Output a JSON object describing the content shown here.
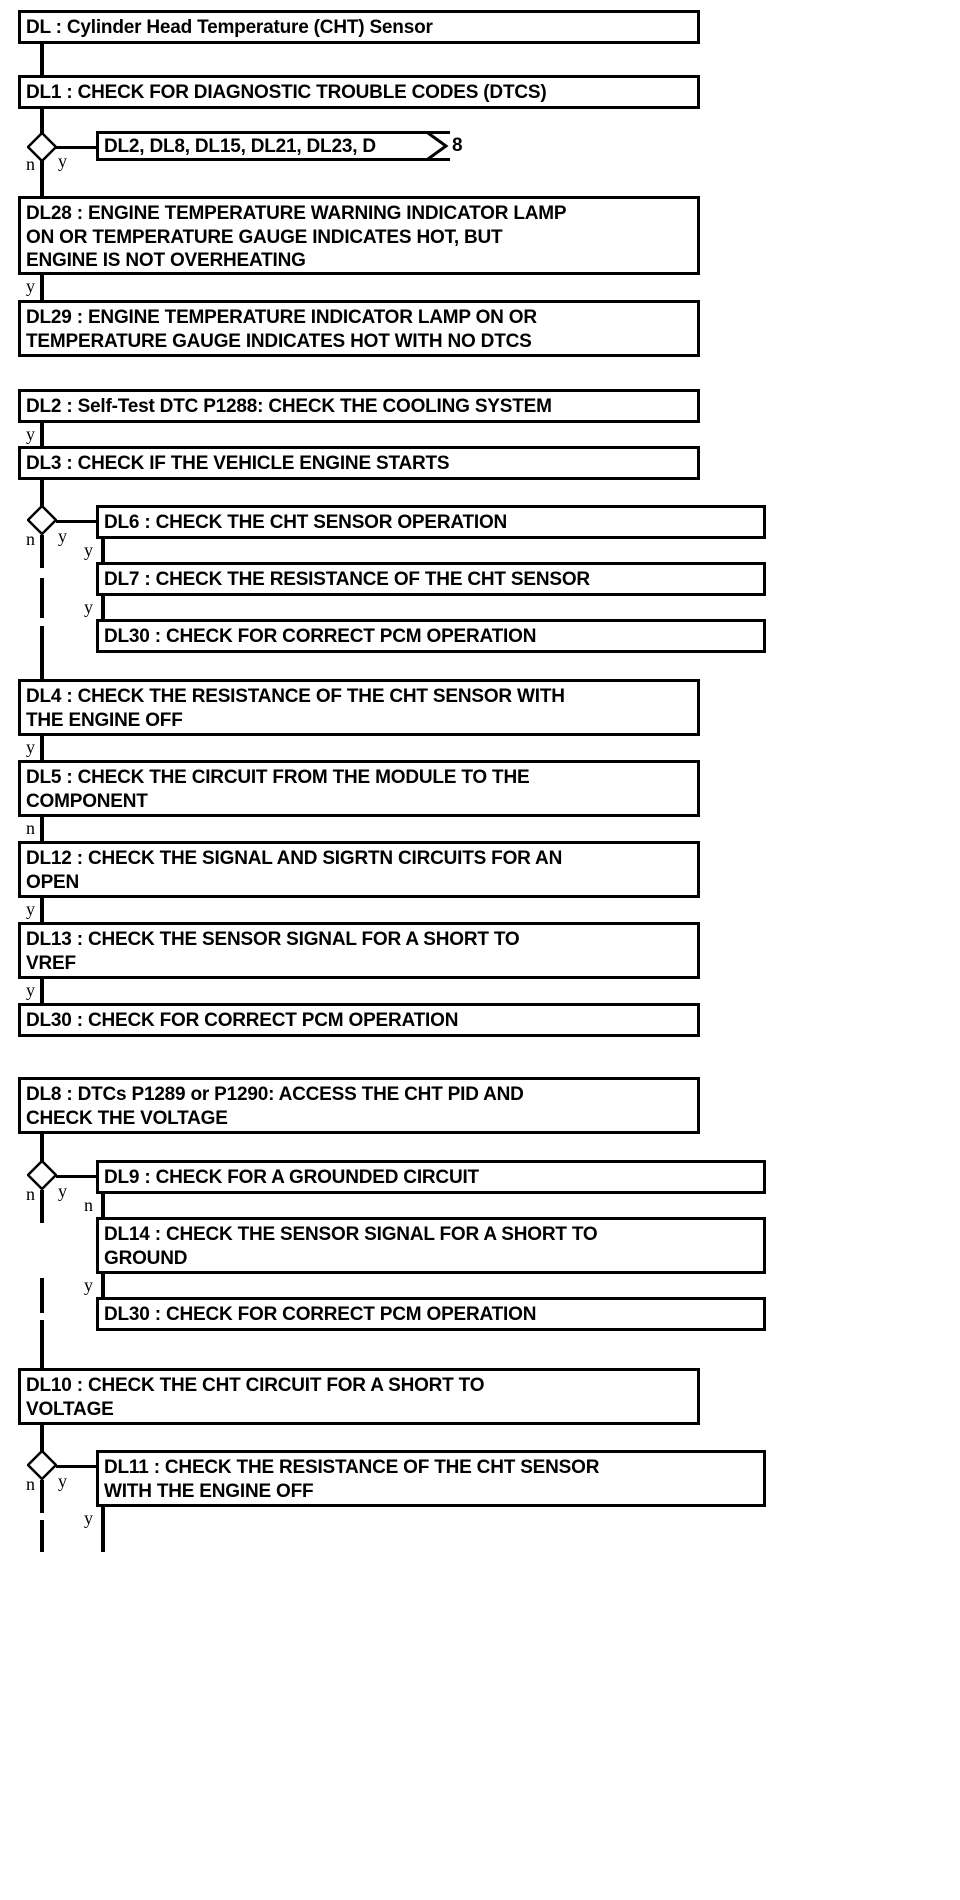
{
  "title": "DL : Cylinder Head Temperature (CHT) Sensor",
  "diagram": {
    "type": "flowchart",
    "orientation": "vertical",
    "line_color": "#000000",
    "box_fill": "#ffffff",
    "box_border": "#000000"
  },
  "nodes": [
    {
      "id": "DL",
      "label": "DL : Cylinder Head Temperature (CHT) Sensor"
    },
    {
      "id": "DL1",
      "label": "DL1 : CHECK FOR DIAGNOSTIC TROUBLE CODES (DTCS)"
    },
    {
      "id": "DLlist",
      "label": "DL2, DL8, DL15, DL21, DL23, D"
    },
    {
      "id": "DLlist_tail",
      "label": "8"
    },
    {
      "id": "DL28",
      "label": "DL28 : ENGINE TEMPERATURE WARNING INDICATOR LAMP\nON OR TEMPERATURE GAUGE INDICATES HOT, BUT\nENGINE IS NOT OVERHEATING"
    },
    {
      "id": "DL29",
      "label": "DL29 : ENGINE TEMPERATURE INDICATOR LAMP ON OR\nTEMPERATURE GAUGE INDICATES HOT WITH NO DTCS"
    },
    {
      "id": "DL2",
      "label": "DL2 : Self-Test DTC P1288: CHECK THE COOLING SYSTEM"
    },
    {
      "id": "DL3",
      "label": "DL3 : CHECK IF THE VEHICLE ENGINE STARTS"
    },
    {
      "id": "DL6",
      "label": "DL6 : CHECK THE CHT SENSOR OPERATION"
    },
    {
      "id": "DL7",
      "label": "DL7 : CHECK THE RESISTANCE OF THE CHT SENSOR"
    },
    {
      "id": "DL30a",
      "label": "DL30 : CHECK FOR CORRECT PCM OPERATION"
    },
    {
      "id": "DL4",
      "label": "DL4 : CHECK THE RESISTANCE OF THE CHT SENSOR WITH\nTHE ENGINE OFF"
    },
    {
      "id": "DL5",
      "label": "DL5 : CHECK THE CIRCUIT FROM THE MODULE TO THE\nCOMPONENT"
    },
    {
      "id": "DL12",
      "label": "DL12 : CHECK THE SIGNAL AND SIGRTN CIRCUITS FOR AN\nOPEN"
    },
    {
      "id": "DL13",
      "label": "DL13 : CHECK THE SENSOR SIGNAL FOR A SHORT TO\nVREF"
    },
    {
      "id": "DL30b",
      "label": "DL30 : CHECK FOR CORRECT PCM OPERATION"
    },
    {
      "id": "DL8",
      "label": "DL8 : DTCs P1289 or P1290: ACCESS THE CHT PID AND\nCHECK THE VOLTAGE"
    },
    {
      "id": "DL9",
      "label": "DL9 : CHECK FOR A GROUNDED CIRCUIT"
    },
    {
      "id": "DL14",
      "label": "DL14 : CHECK THE SENSOR SIGNAL FOR A SHORT TO\nGROUND"
    },
    {
      "id": "DL30c",
      "label": "DL30 : CHECK FOR CORRECT PCM OPERATION"
    },
    {
      "id": "DL10",
      "label": "DL10 : CHECK THE CHT CIRCUIT FOR A SHORT TO\nVOLTAGE"
    },
    {
      "id": "DL11",
      "label": "DL11 : CHECK THE RESISTANCE OF THE CHT SENSOR\nWITH THE ENGINE OFF"
    }
  ],
  "branch_labels": {
    "d1_n": "n",
    "d1_y": "y",
    "dl28_y": "y",
    "dl2_y": "y",
    "d2_n": "n",
    "d2_y": "y",
    "dl6_y": "y",
    "dl7_y": "y",
    "dl4_y": "y",
    "dl5_n": "n",
    "dl12_y": "y",
    "dl13_y": "y",
    "d3_n": "n",
    "d3_y": "y",
    "dl9_n": "n",
    "dl14_y": "y",
    "d4_n": "n",
    "d4_y": "y",
    "dl11_y": "y"
  }
}
